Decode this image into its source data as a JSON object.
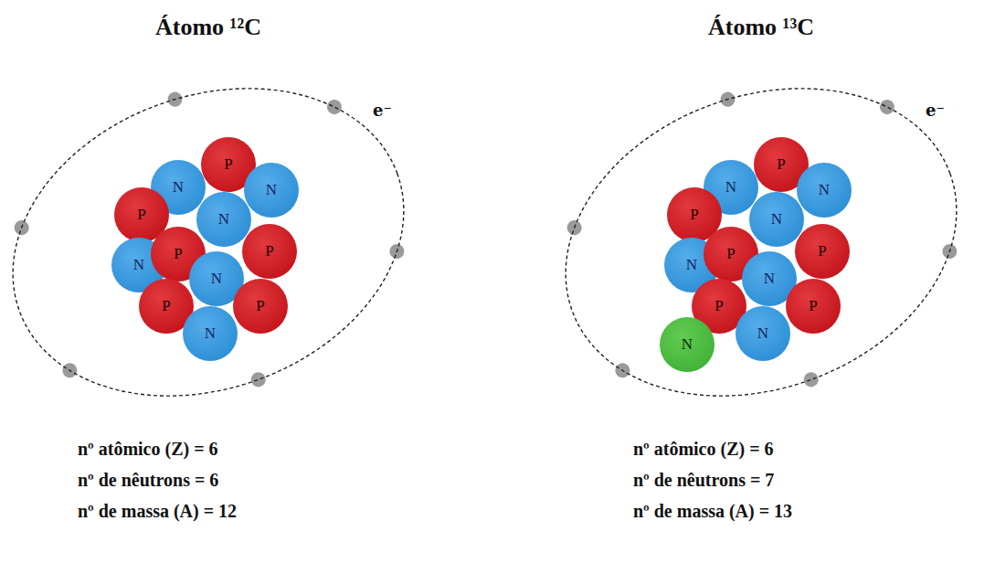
{
  "diagram": {
    "nodes": [
      {
        "text": [
          "Átomo ¹²C"
        ]
      },
      {
        "text": [
          "P"
        ],
        "in": 0
      },
      {
        "text": [
          "N"
        ],
        "in": 0
      },
      {
        "text": [
          "N"
        ],
        "in": 0
      },
      {
        "text": [
          "P"
        ],
        "in": 0
      },
      {
        "text": [
          "N"
        ],
        "in": 0
      },
      {
        "text": [
          "N"
        ],
        "in": 0
      },
      {
        "text": [
          "P"
        ],
        "in": 0
      },
      {
        "text": [
          "P"
        ],
        "in": 0
      },
      {
        "text": [
          "N"
        ],
        "in": 0
      },
      {
        "text": [
          "P"
        ],
        "in": 0
      },
      {
        "text": [
          "P"
        ],
        "in": 0
      },
      {
        "text": [
          "N"
        ],
        "in": 0
      },
      {
        "text": [
          "Átomo ¹³C"
        ]
      },
      {
        "text": [
          "P"
        ],
        "in": 13
      },
      {
        "text": [
          "N"
        ],
        "in": 13
      },
      {
        "text": [
          "N"
        ],
        "in": 13
      },
      {
        "text": [
          "P"
        ],
        "in": 13
      },
      {
        "text": [
          "N"
        ],
        "in": 13
      },
      {
        "text": [
          "N"
        ],
        "in": 13
      },
      {
        "text": [
          "P"
        ],
        "in": 13
      },
      {
        "text": [
          "P"
        ],
        "in": 13
      },
      {
        "text": [
          "N"
        ],
        "in": 13
      },
      {
        "text": [
          "P"
        ],
        "in": 13
      },
      {
        "text": [
          "P"
        ],
        "in": 13
      },
      {
        "text": [
          "N"
        ],
        "in": 13
      },
      {
        "text": [
          "N"
        ],
        "in": 13
      }
    ],
    "labels": [
      "e⁻",
      "nº atômico (Z) = 6",
      "nº de nêutrons = 6",
      "nº de massa (A) = 12",
      "e⁻",
      "nº atômico (Z) = 6",
      "nº de nêutrons = 7",
      "nº de massa (A) = 13"
    ]
  }
}
